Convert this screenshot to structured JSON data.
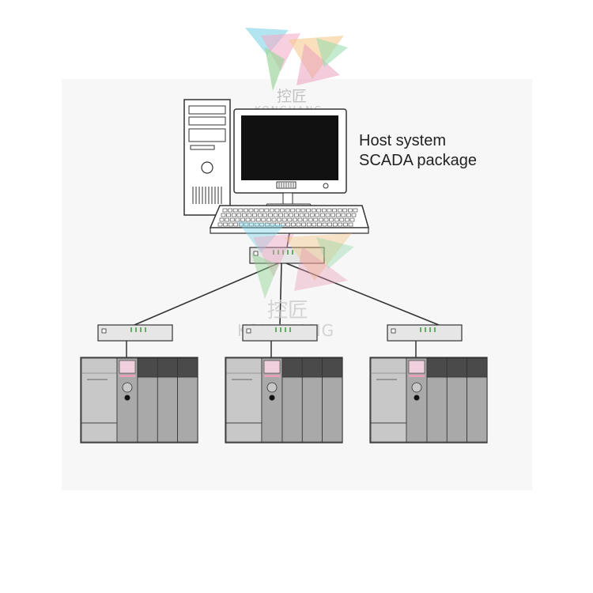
{
  "host": {
    "label_line1": "Host system",
    "label_line2": "SCADA package"
  },
  "watermark": {
    "chinese": "控匠",
    "latin": "KONGJIANG"
  },
  "colors": {
    "stroke": "#333333",
    "panel_light": "#c8c8c8",
    "panel_mid": "#a9a9a9",
    "panel_dark": "#4a4a4a",
    "hub_fill": "#e6e6e6",
    "led_green": "#3a9a3a",
    "screen": "#111111",
    "bg_panel": "#f7f7f7"
  }
}
